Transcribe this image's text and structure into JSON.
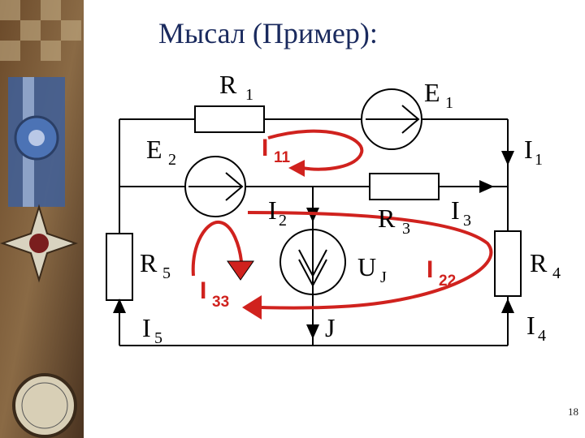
{
  "slide": {
    "title": "Мысал (Пример):",
    "page_number": "18"
  },
  "labels": {
    "R1": {
      "main": "R",
      "sub": "1"
    },
    "E1": {
      "main": "E",
      "sub": "1"
    },
    "E2": {
      "main": "E",
      "sub": "2"
    },
    "I11": {
      "main": "I",
      "sub": "11"
    },
    "I1": {
      "main": "I",
      "sub": "1"
    },
    "I2": {
      "main": "I",
      "sub": "2"
    },
    "R3": {
      "main": "R",
      "sub": "3"
    },
    "I3": {
      "main": "I",
      "sub": "3"
    },
    "R5": {
      "main": "R",
      "sub": "5"
    },
    "UJ": {
      "main": "U",
      "sub": "J"
    },
    "I22": {
      "main": "I",
      "sub": "22"
    },
    "R4": {
      "main": "R",
      "sub": "4"
    },
    "I33": {
      "main": "I",
      "sub": "33"
    },
    "I5": {
      "main": "I",
      "sub": "5"
    },
    "J": {
      "main": "J"
    },
    "I4": {
      "main": "I",
      "sub": "4"
    }
  },
  "colors": {
    "title": "#1a2a5e",
    "loop_current": "#d0221e",
    "wire": "#000000"
  }
}
